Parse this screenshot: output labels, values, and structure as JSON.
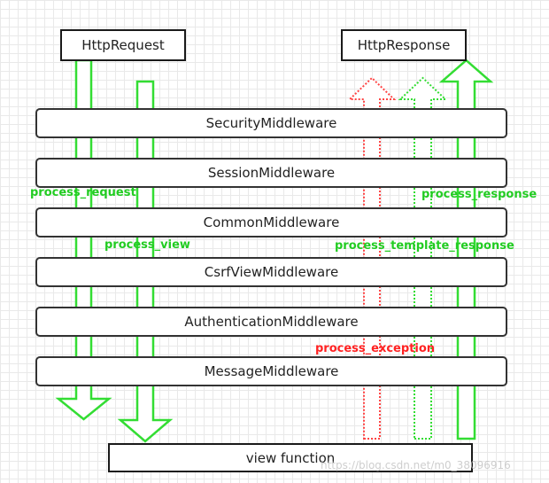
{
  "request_box": "HttpRequest",
  "response_box": "HttpResponse",
  "middlewares": [
    "SecurityMiddleware",
    "SessionMiddleware",
    "CommonMiddleware",
    "CsrfViewMiddleware",
    "AuthenticationMiddleware",
    "MessageMiddleware"
  ],
  "view_function": "view function",
  "labels": {
    "process_request": "process_request",
    "process_view": "process_view",
    "process_response": "process_response",
    "process_template_response": "process_template_response",
    "process_exception": "process_exception"
  },
  "watermark": "https://blog.csdn.net/m0_38096916",
  "colors": {
    "green": "#33dd33",
    "green_label": "#22cc22",
    "red": "#ff4444",
    "red_label": "#ff2222",
    "border": "#1a1a1a"
  }
}
